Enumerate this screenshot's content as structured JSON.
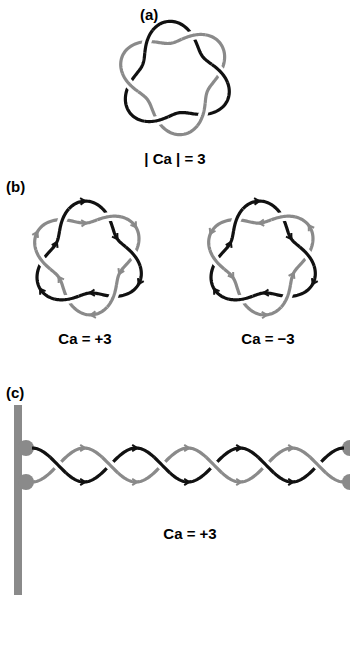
{
  "diagram": {
    "labels": [
      "(a)",
      "| Ca | = 3",
      "(b)",
      "Ca = +3",
      "Ca = −3",
      "(c)",
      "Ca = +3"
    ]
  }
}
